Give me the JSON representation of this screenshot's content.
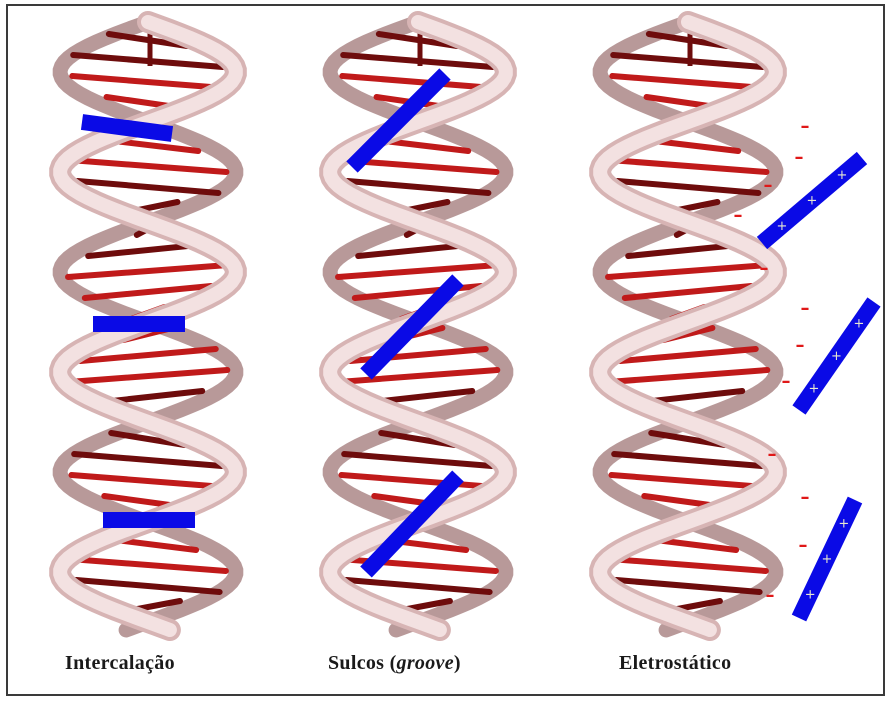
{
  "panels": [
    {
      "id": "intercalacao",
      "caption": "Intercalação"
    },
    {
      "id": "sulcos",
      "caption_main": "Sulcos (",
      "caption_em": "groove",
      "caption_end": ")"
    },
    {
      "id": "eletrostatico",
      "caption": "Eletrostático"
    }
  ],
  "charges": {
    "negative": "–",
    "positive": "+"
  },
  "colors": {
    "backbone_light": "#f3e1e1",
    "backbone_mid": "#d7b4b4",
    "backbone_dark": "#b08e8e",
    "base_pair": "#c01a1a",
    "base_pair_dark": "#6e0c0c",
    "ligand": "#0a0ae6",
    "negative_charge": "#e01818",
    "positive_charge": "#e8e8d0"
  }
}
